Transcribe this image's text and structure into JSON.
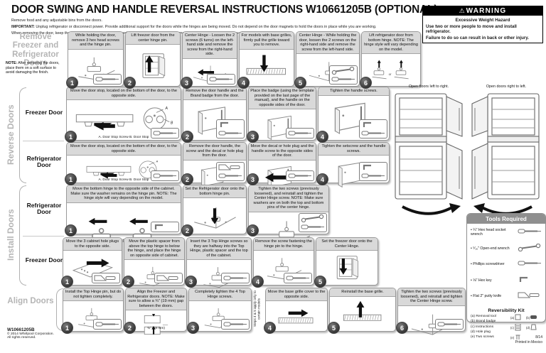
{
  "header": {
    "title": "DOOR SWING AND HANDLE REVERSAL INSTRUCTIONS W10661205B (OPTIONAL)",
    "line1": "Remove food and any adjustable bins from the doors.",
    "important_label": "IMPORTANT:",
    "important_text": " Unplug refrigerator or disconnect power. Provide additional support for the doors while the hinges are being moved. Do not depend on the door magnets to hold the doors in place while you are working.",
    "line3": "When removing the door, keep the screws and hinges. You will need them to reinstall the door. For more detailed door reversing instructions, see the User Instructions."
  },
  "warning": {
    "title": "WARNING",
    "heading": "Excessive Weight Hazard",
    "line1": "Use two or more people to move and install refrigerator.",
    "line2": "Failure to do so can result in back or other injury."
  },
  "sections": [
    {
      "label": "Remove Freezer and Refrigerator Doors",
      "note_label": "NOTE:",
      "note_text": " After removing the doors, place them on a soft surface to avoid damaging the finish.",
      "rows": [
        {
          "sublabel": "",
          "steps": [
            {
              "num": "1",
              "text": "While holding the door, remove 3 hex head screws and the hinge pin.",
              "tool": "screwdriver-icon",
              "art": "hinge"
            },
            {
              "num": "2",
              "text": "Lift freezer door from the center hinge pin.",
              "art": "fridge",
              "arrow": "up"
            },
            {
              "num": "3",
              "text": "Center Hinge - Loosen the 2 screws (6 turns) on the left-hand side and remove the screw from the right-hand side.",
              "tool": "screwdriver-icon",
              "art": "corner",
              "arrow": "left"
            },
            {
              "num": "4",
              "text": "For models with base grilles, firmly pull the grille toward you to remove.",
              "art": "grille",
              "arrow": "down"
            },
            {
              "num": "5",
              "text": "Center Hinge - While holding the door, loosen the 2 screws on the right-hand side and remove the screw from the left-hand side.",
              "tool": "wrench-screwdriver-icon",
              "art": "corner"
            },
            {
              "num": "6",
              "text": "Lift refrigerator door from bottom hinge. NOTE: The hinge style will vary depending on the model.",
              "art": "hinge-or",
              "arrow": "up",
              "or_label": "or"
            }
          ]
        }
      ]
    },
    {
      "label": "Reverse Doors",
      "rows": [
        {
          "sublabel": "Freezer Door",
          "steps": [
            {
              "num": "1",
              "text": "Move the door stop, located on the bottom of the door, to the opposite side.",
              "caption": "A. Door Stop Screw   B. Door Stop",
              "tool": "screwdriver-icon",
              "art": "door-bottom"
            },
            {
              "num": "2",
              "text": "Remove the door handle and the Brand badge from the door.",
              "tool": "hex-screwdriver-icon",
              "art": "door-front"
            },
            {
              "num": "3",
              "text": "Place the badge (using the template provided on the last page of the manual), and the handle on the opposite sides of the door.",
              "tool": "screwdriver-icon",
              "art": "door-front"
            },
            {
              "num": "4",
              "text": "Tighten the handle screws.",
              "tool": "hex-screwdriver-icon",
              "art": "door-front"
            }
          ]
        },
        {
          "sublabel": "Refrigerator Door",
          "steps": [
            {
              "num": "1",
              "text": "Move the door stop, located on the bottom of the door, to the opposite side.",
              "caption": "A. Door Stop Screw   B. Door Stop",
              "tool": "screwdriver-icon",
              "art": "door-bottom"
            },
            {
              "num": "2",
              "text": "Remove the door handle, the screw and the decal or hole plug from the door.",
              "tool": "putty-screwdriver-icon",
              "art": "door-front"
            },
            {
              "num": "3",
              "text": "Move the decal or hole plug and the handle screw to the opposite sides of the door.",
              "tool": "screwdriver-icon",
              "art": "door-front",
              "arrow": "left"
            },
            {
              "num": "4",
              "text": "Tighten the setscrew and the handle screws.",
              "tool": "hex-screwdriver-icon",
              "art": "door-front"
            }
          ]
        }
      ]
    },
    {
      "label": "Install Doors",
      "rows": [
        {
          "sublabel": "Refrigerator Door",
          "steps": [
            {
              "num": "1",
              "text": "Move the bottom hinge to the opposite side of the cabinet. Make sure the washer remains on the hinge pin. NOTE: The hinge style will vary depending on the model.",
              "tool": "hex-key-icon",
              "art": "hinge-or",
              "arrow": "left",
              "or_label": "or"
            },
            {
              "num": "2",
              "text": "Set the Refrigerator door onto the bottom hinge pin.",
              "art": "corner",
              "arrow": "down"
            },
            {
              "num": "3",
              "text": "Tighten the two screws (previously loosened), and reinstall and tighten the Center Hinge screw. NOTE: Make sure washers are on both the top and bottom pins of the center hinge.",
              "tool": "wrench-screwdriver-icon",
              "art": "hinge"
            }
          ]
        },
        {
          "sublabel": "Freezer Door",
          "steps": [
            {
              "num": "1",
              "text": "Move the 3 cabinet hole plugs to the opposite side.",
              "tool": "putty-knife-icon",
              "art": "plug-top",
              "arrow": "right"
            },
            {
              "num": "2",
              "text": "Move the plastic spacer from above the top hinge to below the hinge, and place the hinge on opposite side of cabinet.",
              "tool": "putty-knife-icon",
              "art": "hinge"
            },
            {
              "num": "3",
              "text": "Insert the 3 Top Hinge screws so they are halfway into the Top Hinge, plastic spacer and the top of the cabinet.",
              "tool": "screwdriver-icon",
              "art": "hinge"
            },
            {
              "num": "4",
              "text": "Remove the screw fastening the hinge pin to the hinge.",
              "tool": "screwdriver-icon",
              "art": "hinge"
            },
            {
              "num": "5",
              "text": "Set the freezer door onto the Center Hinge.",
              "art": "fridge",
              "arrow": "down"
            }
          ]
        }
      ]
    },
    {
      "label": "Align Doors",
      "rows": [
        {
          "sublabel": "",
          "steps": [
            {
              "num": "1",
              "text": "Install the Top Hinge pin, but do not tighten completely.",
              "tool": "screwdriver-icon",
              "art": "hinge"
            },
            {
              "num": "2",
              "text": "Align the Freezer and Refrigerator doors. NOTE: Make sure to allow a ¾\" (19 mm) gap between the doors.",
              "caption": "¾\" (19 mm)",
              "art": "gap"
            },
            {
              "num": "3",
              "text": "Completely tighten the 4 Top Hinge screws.",
              "tool": "screwdriver-icon",
              "art": "hinge"
            },
            {
              "num": "4",
              "text": "Move the base grille cover to the opposite side.",
              "art": "grille",
              "arrow": "right"
            },
            {
              "num": "5",
              "text": "Reinstall the base grille.",
              "art": "grille",
              "arrow": "up"
            },
            {
              "num": "6",
              "text": "Tighten the two screws (previously loosened), and reinstall and tighten the Center Hinge screw.",
              "tool": "screwdriver-icon",
              "art": "corner"
            }
          ]
        }
      ]
    }
  ],
  "sidenote": "Steps 4 & 5 apply only to certain models",
  "right_panel": {
    "left_label": "Open doors left to right.",
    "right_label": "Open doors right to left."
  },
  "tools": {
    "title": "Tools Required",
    "items": [
      "¼\" Hex head socket wrench",
      "⁵⁄₁₆\" Open-end wrench",
      "Phillips screwdriver",
      "⅛\" Hex key",
      "Flat 2\" putty knife"
    ],
    "kit_title": "Reversibility Kit",
    "kit_letters": [
      "(a)",
      "(b)",
      "(c)",
      "(d)",
      "(e)"
    ],
    "kit_items": [
      "Removal tool",
      "Brand badge",
      "Instructions",
      "Hole plug",
      "Two screws"
    ]
  },
  "footer": {
    "part": "W10661205B",
    "copyright": "© 2014 Whirlpool Corporation.",
    "rights": "All rights reserved.",
    "page": "8/14",
    "printed": "Printed in Mexico"
  }
}
